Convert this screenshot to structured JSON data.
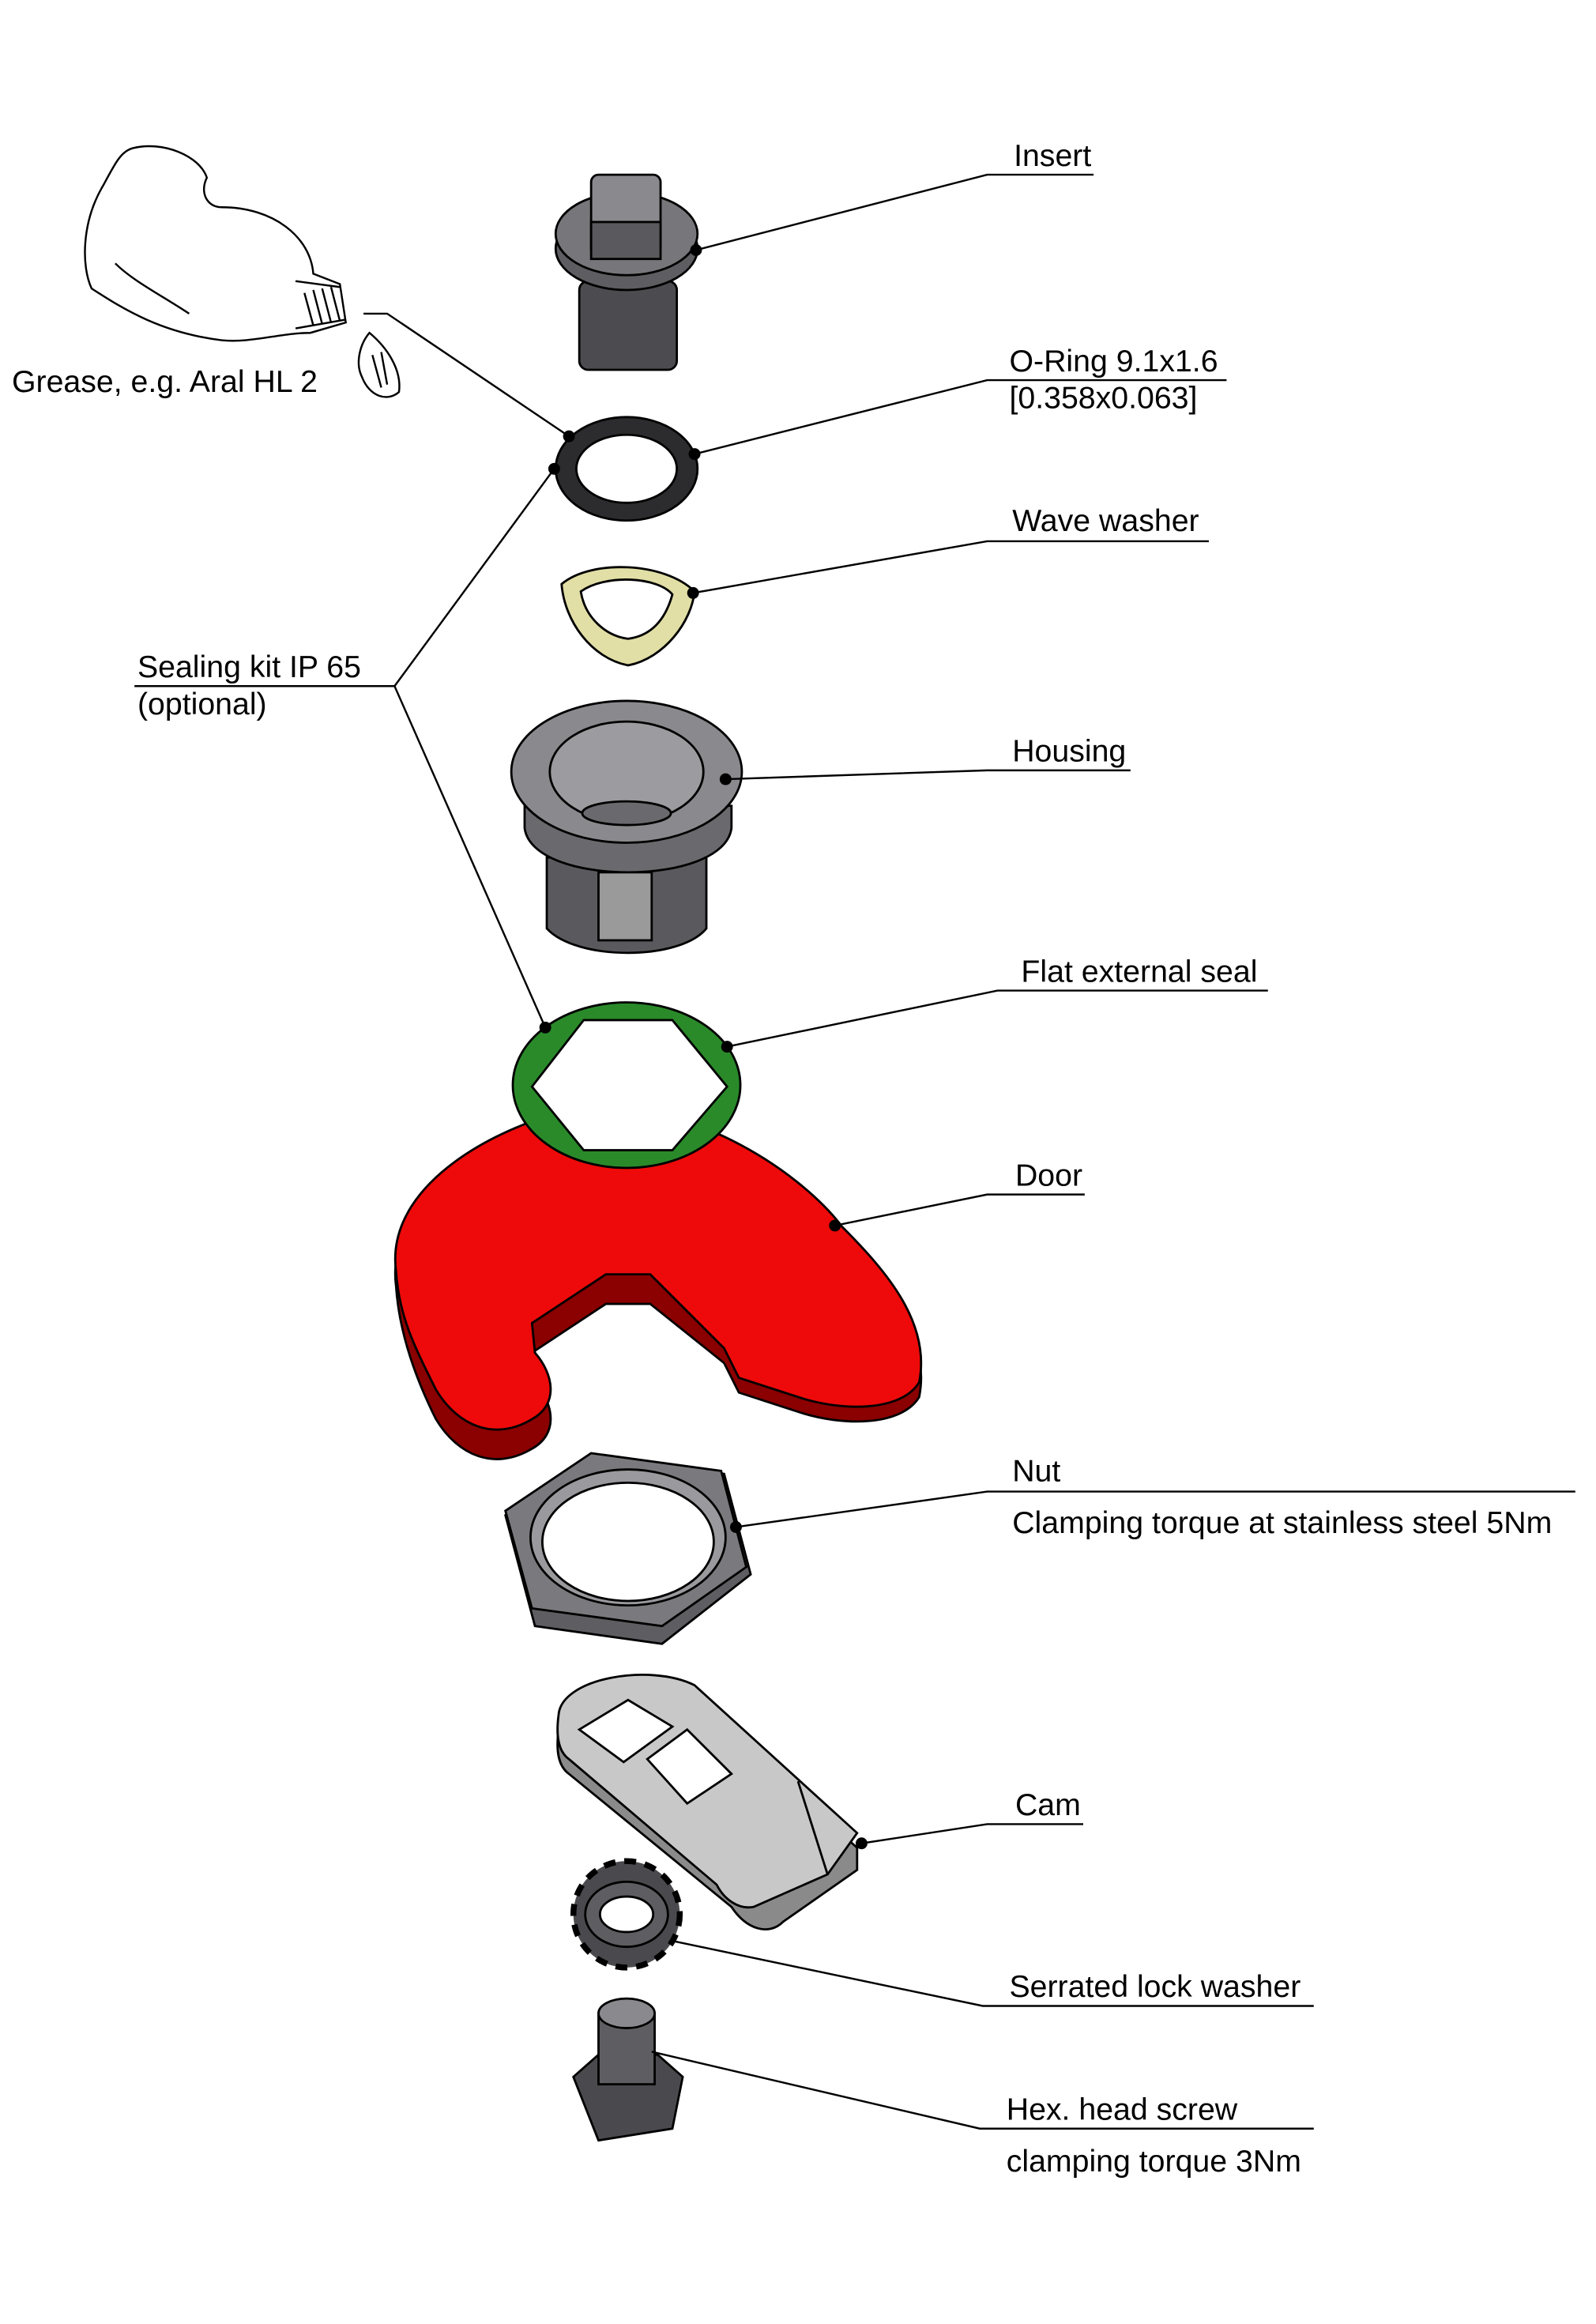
{
  "diagram": {
    "labels": {
      "insert": "Insert",
      "oring_line1": "O-Ring 9.1x1.6",
      "oring_line2": "[0.358x0.063]",
      "wave_washer": "Wave washer",
      "housing": "Housing",
      "flat_seal": "Flat external seal",
      "door": "Door",
      "nut": "Nut",
      "nut_note": "Clamping torque at stainless steel 5Nm",
      "cam": "Cam",
      "serrated_washer": "Serrated lock washer",
      "screw": "Hex. head screw",
      "screw_note": "clamping torque 3Nm",
      "grease": "Grease, e.g. Aral HL 2",
      "sealing_kit_line1": "Sealing kit IP 65",
      "sealing_kit_line2": "(optional)"
    },
    "colors": {
      "door": "#ee0a0a",
      "seal": "#2a8a2a",
      "wave_washer": "#e2dfa6",
      "metal_dark": "#5e5e62",
      "metal_light": "#c8c8c8"
    }
  }
}
